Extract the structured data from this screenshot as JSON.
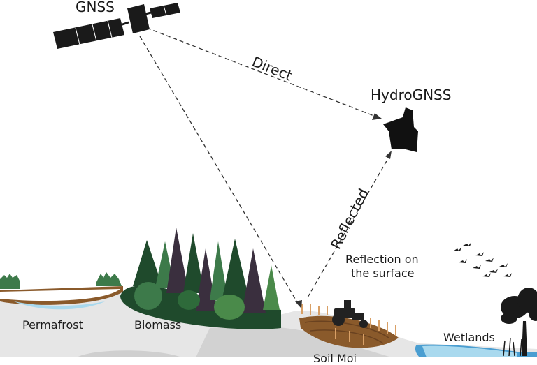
{
  "labels": {
    "gnss": "GNSS",
    "direct": "Direct",
    "hydrognss": "HydroGNSS",
    "reflected": "Reflected",
    "reflection_line1": "Reflection on",
    "reflection_line2": "the surface",
    "permafrost": "Permafrost",
    "biomass": "Biomass",
    "wetlands": "Wetlands",
    "soil_moisture_partial": "Soil Moi"
  },
  "colors": {
    "ground": "#e4e4e4",
    "ground_shadow": "#cfcfcf",
    "forest_dark": "#1f4a2c",
    "forest_green": "#3d7a4a",
    "forest_purple": "#3a2f3e",
    "water": "#a9d9ee",
    "water_deep": "#4a9ed1",
    "soil": "#8a5a2b",
    "satellite": "#1a1a1a"
  }
}
